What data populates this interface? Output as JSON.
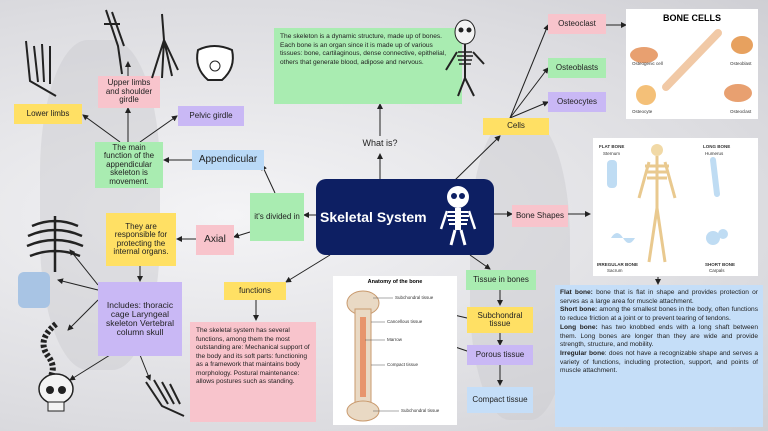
{
  "central": {
    "title": "Skeletal System"
  },
  "what_is": {
    "label": "What is?",
    "description": "The skeleton is a dynamic structure, made up of bones. Each bone is an organ since it is made up of various tissues: bone, cartilaginous, dense connective, epithelial, others that generate blood, adipose and nervous."
  },
  "cells": {
    "label": "Cells",
    "items": [
      "Osteoclast",
      "Osteoblasts",
      "Osteocytes"
    ],
    "panel_title": "BONE CELLS",
    "panel_labels": [
      "Osteogenic cell",
      "Osteoblast",
      "Osteocyte",
      "Osteoclast"
    ]
  },
  "bone_shapes": {
    "label": "Bone Shapes",
    "panel_labels": [
      "FLAT BONE",
      "Sternum",
      "LONG BONE",
      "Humerus",
      "IRREGULAR BONE",
      "Sacrum",
      "SHORT BONE",
      "Carpals"
    ],
    "info": [
      {
        "term": "Flat bone:",
        "text": " bone that is flat in shape and provides protection or serves as a large area for muscle attachment."
      },
      {
        "term": "Short bone:",
        "text": " among the smallest bones in the body, often functions to reduce friction at a joint or to prevent tearing of tendons."
      },
      {
        "term": "Long bone:",
        "text": " has two knobbed ends with a long shaft between them. Long bones are longer than they are wide and provide strength, structure, and mobility."
      },
      {
        "term": "Irregular bone",
        "text": ": does not have a recognizable shape and serves a variety of functions, including protection, support, and points of muscle attachment."
      }
    ]
  },
  "tissue": {
    "label": "Tissue in bones",
    "items": [
      "Subchondral tissue",
      "Porous tissue",
      "Compact tissue"
    ],
    "panel_title": "Anatomy of the bone",
    "panel_labels": [
      "Subchondral tissue",
      "Cancellous tissue",
      "Marrow",
      "Compact tissue",
      "Subchondral tissue"
    ]
  },
  "functions": {
    "label": "functions",
    "description": "The skeletal system has several functions, among them the most outstanding are: Mechanical support of the body and its soft parts: functioning as a framework that maintains body morphology. Postural maintenance: allows postures such as standing."
  },
  "divided": {
    "label": "it's divided in"
  },
  "appendicular": {
    "label": "Appendicular",
    "description": "The main function of the appendicular skeleton is movement.",
    "upper_limbs": "Upper limbs and shoulder girdle",
    "lower_limbs": "Lower limbs",
    "pelvic_girdle": "Pelvic girdle"
  },
  "axial": {
    "label": "Axial",
    "description": "They are responsible for protecting the internal organs.",
    "includes": "Includes: thoracic cage Laryngeal skeleton Vertebral column skull"
  },
  "colors": {
    "central": "#0d1f63",
    "yellow": "#ffe064",
    "pink": "#f8c4cc",
    "purple": "#c9b8f5",
    "green": "#a9ecb1",
    "blue": "#b9d9f7"
  }
}
